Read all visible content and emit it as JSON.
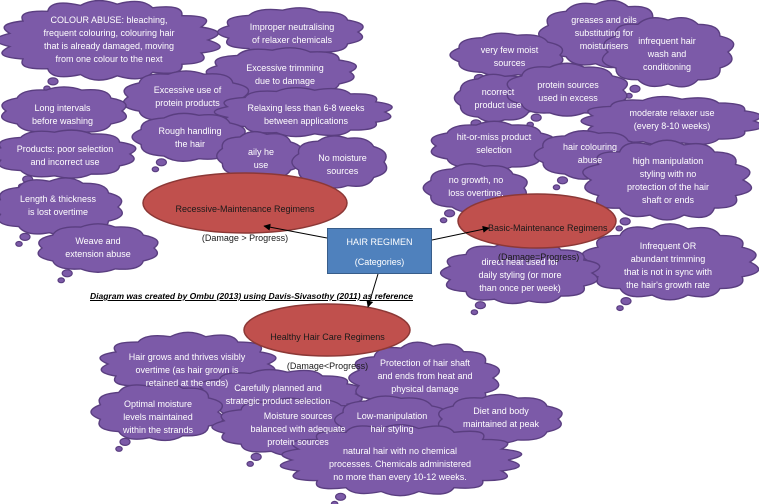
{
  "center_box": {
    "title": "HAIR REGIMEN",
    "subtitle": "(Categories)"
  },
  "caption": "Diagram was created by Ombu (2013) using Davis-Sivasothy  (2011) as reference",
  "categories": {
    "recessive": {
      "title": "Recessive-Maintenance Regimens",
      "subtitle": "(Damage > Progress)"
    },
    "basic": {
      "title": "Basic-Maintenance Regimens",
      "subtitle": "(Damage=Progress)"
    },
    "healthy": {
      "title": "Healthy Hair Care Regimens",
      "subtitle": "(Damage<Progress)"
    }
  },
  "recessive_clouds": [
    "COLOUR ABUSE: bleaching,\nfrequent colouring, colouring hair\nthat is already damaged, moving\nfrom one colour to the next",
    "Improper neutralising\nof relaxer chemicals",
    "Excessive trimming\ndue to damage",
    "Excessive use of\nprotein products",
    "Long intervals\nbefore washing",
    "Relaxing less than 6-8 weeks\nbetween applications",
    "Rough handling\nthe hair",
    "Products: poor selection\nand incorrect use",
    "aily he\nuse",
    "No moisture\nsources",
    "Length & thickness\nis lost overtime",
    "Weave and\nextension abuse"
  ],
  "basic_clouds": [
    "greases and oils\nsubstituting for\nmoisturisers",
    "very few moist\nsources",
    "infrequent hair\nwash and\nconditioning",
    "ncorrect\nproduct use",
    "protein sources\nused in excess",
    "moderate relaxer use\n(every 8-10 weeks)",
    "hit-or-miss product\nselection",
    "hair colouring\nabuse",
    "high manipulation\nstyling with no\nprotection of the hair\nshaft or ends",
    "no growth, no\nloss overtime.",
    "Infrequent OR\nabundant trimming\nthat is not in sync with\nthe hair's growth rate",
    "direct heat used for\ndaily styling (or more\nthan once per week)"
  ],
  "healthy_clouds": [
    "Hair grows and thrives visibly\novertime (as hair grown is\nretained at the ends)",
    "Carefully planned and\nstrategic product selection",
    "Protection of hair shaft\nand ends from heat and\nphysical damage",
    "Optimal moisture\nlevels maintained\nwithin the strands",
    "Moisture sources\nbalanced with adequate\nprotein sources",
    "Low-manipulation\nhair styling",
    "Diet and body\nmaintained at peak",
    "natural hair with no chemical\nprocesses. Chemicals administered\nno more than every 10-12 weeks."
  ],
  "colors": {
    "cloud": "#7c5aa8",
    "ellipse": "#c0504d",
    "box": "#4f81bd"
  }
}
